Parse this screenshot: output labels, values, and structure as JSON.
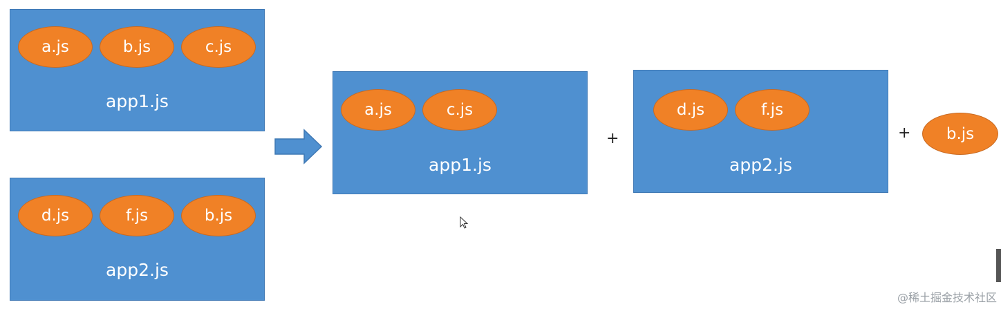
{
  "left": {
    "top_box": {
      "label": "app1.js",
      "modules": [
        "a.js",
        "b.js",
        "c.js"
      ]
    },
    "bottom_box": {
      "label": "app2.js",
      "modules": [
        "d.js",
        "f.js",
        "b.js"
      ]
    }
  },
  "right": {
    "box1": {
      "label": "app1.js",
      "modules": [
        "a.js",
        "c.js"
      ]
    },
    "plus1": "+",
    "box2": {
      "label": "app2.js",
      "modules": [
        "d.js",
        "f.js"
      ]
    },
    "plus2": "+",
    "shared": "b.js"
  },
  "watermark": "@稀土掘金技术社区",
  "colors": {
    "box": "#4f90d0",
    "module": "#f08126"
  }
}
